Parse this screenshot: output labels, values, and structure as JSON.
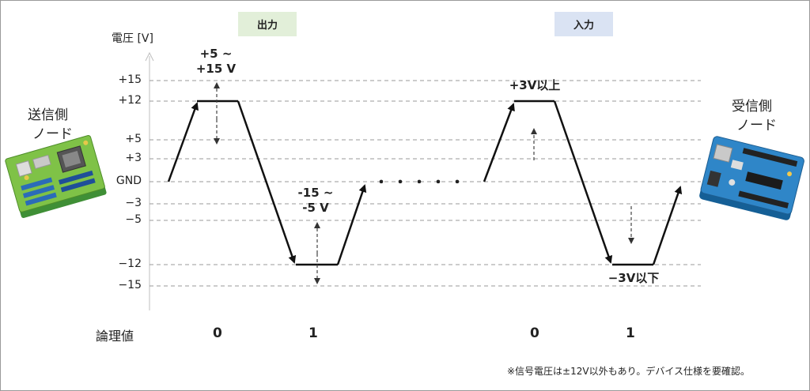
{
  "headers": {
    "output": "出力",
    "input": "入力"
  },
  "y_axis_label": "電圧 [V]",
  "ticks": [
    "+15",
    "+12",
    "+5",
    "+3",
    "GND",
    "−3",
    "−5",
    "−12",
    "−15"
  ],
  "annotations": {
    "out_high": [
      "+5 ~",
      "+15 V"
    ],
    "out_low": [
      "-15 ~",
      "-5 V"
    ],
    "in_high": "+3V以上",
    "in_low": "−3V以下"
  },
  "dots": "・・・・・",
  "logic": {
    "label": "論理値",
    "values": [
      "0",
      "1",
      "0",
      "1"
    ]
  },
  "nodes": {
    "sender": [
      "送信側",
      "ノード"
    ],
    "receiver": [
      "受信側",
      "ノード"
    ]
  },
  "footnote": "※信号電圧は±12V以外もあり。デバイス仕様を要確認。",
  "colors": {
    "output_header_bg": "#e2efd9",
    "input_header_bg": "#dae3f3"
  }
}
